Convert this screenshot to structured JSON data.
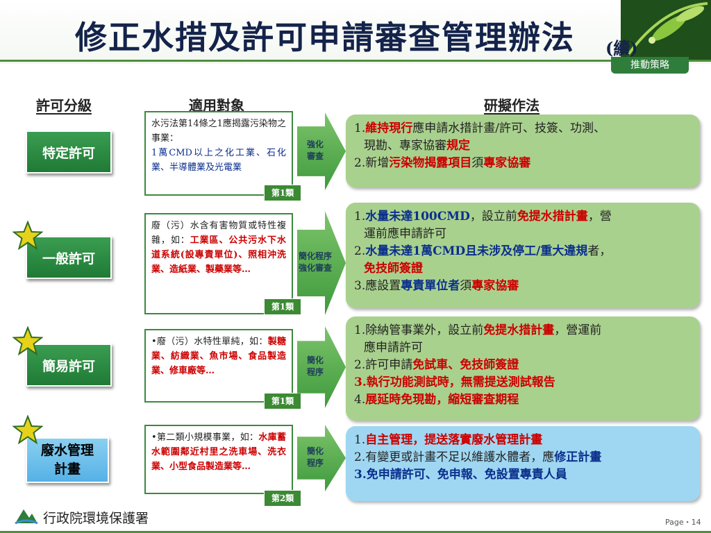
{
  "header": {
    "title": "修正水措及許可申請審查管理辦法",
    "title_suffix": "(續)",
    "badge": "推動策略"
  },
  "columns": {
    "level": "許可分級",
    "target": "適用對象",
    "approach": "研擬作法"
  },
  "rows": [
    {
      "level": "特定許可",
      "category": "第1類",
      "arrow": [
        "強化",
        "審查"
      ],
      "target": [
        {
          "t": "水污法第14條之1應揭露污染物之事業：",
          "c": "blk"
        },
        {
          "t": "1萬CMD以上之化工業、石化業、半導體業及光電業",
          "c": "blue"
        }
      ],
      "approach": [
        [
          {
            "t": "1.",
            "c": "plain"
          },
          {
            "t": "維持現行",
            "c": "red"
          },
          {
            "t": "應申請水措計畫/許可、技簽、功測、",
            "c": "plain"
          }
        ],
        [
          {
            "t": "現勘、專家協審",
            "c": "plain"
          },
          {
            "t": "規定",
            "c": "red"
          }
        ],
        [
          {
            "t": "2.新增",
            "c": "plain"
          },
          {
            "t": "污染物揭露項目",
            "c": "red"
          },
          {
            "t": "須",
            "c": "plain"
          },
          {
            "t": "專家協審",
            "c": "red"
          }
        ]
      ]
    },
    {
      "level": "一般許可",
      "category": "第1類",
      "arrow": [
        "簡化程序",
        "強化審查"
      ],
      "target": [
        {
          "t": "廢（污）水含有害物質或特性複雜，如：",
          "c": "blk"
        },
        {
          "t": "工業區、公共污水下水道系統(設專責單位)、照相沖洗業、造紙業、製藥業等…",
          "c": "red"
        }
      ],
      "approach": [
        [
          {
            "t": "1.",
            "c": "plain"
          },
          {
            "t": "水量未達100CMD",
            "c": "navy"
          },
          {
            "t": "，設立前",
            "c": "plain"
          },
          {
            "t": "免提水措計畫",
            "c": "red"
          },
          {
            "t": "，營",
            "c": "plain"
          }
        ],
        [
          {
            "t": "運前應申請許可",
            "c": "plain"
          }
        ],
        [
          {
            "t": "2.",
            "c": "plain"
          },
          {
            "t": "水量未達1萬CMD且未涉及停工/重大違規",
            "c": "navy"
          },
          {
            "t": "者，",
            "c": "plain"
          }
        ],
        [
          {
            "t": "免技師簽證",
            "c": "red"
          }
        ],
        [
          {
            "t": "3.應設置",
            "c": "plain"
          },
          {
            "t": "專責單位者",
            "c": "navy"
          },
          {
            "t": "須",
            "c": "plain"
          },
          {
            "t": "專家協審",
            "c": "red"
          }
        ]
      ]
    },
    {
      "level": "簡易許可",
      "category": "第1類",
      "arrow": [
        "簡化",
        "程序"
      ],
      "target": [
        {
          "t": "•廢（污）水特性單純，如：",
          "c": "blk"
        },
        {
          "t": "製糖業、紡織業、魚市場、食品製造業、修車廠等…",
          "c": "red"
        }
      ],
      "approach": [
        [
          {
            "t": "1.除納管事業外，設立前",
            "c": "plain"
          },
          {
            "t": "免提水措計畫",
            "c": "red"
          },
          {
            "t": "，營運前",
            "c": "plain"
          }
        ],
        [
          {
            "t": "應申請許可",
            "c": "plain"
          }
        ],
        [
          {
            "t": "2.許可申請",
            "c": "plain"
          },
          {
            "t": "免試車、免技師簽證",
            "c": "red"
          }
        ],
        [
          {
            "t": "3.執行功能測試時，無需提送測試報告",
            "c": "red"
          }
        ],
        [
          {
            "t": "4.",
            "c": "plain"
          },
          {
            "t": "展延時免現勘，縮短審查期程",
            "c": "red"
          }
        ]
      ]
    },
    {
      "level": "廢水管理計畫",
      "category": "第2類",
      "arrow": [
        "簡化",
        "程序"
      ],
      "target": [
        {
          "t": "•第二類小規模事業，如：",
          "c": "blk"
        },
        {
          "t": "水庫蓄水範圍鄰近村里之洗車場、洗衣業、小型食品製造業等…",
          "c": "red"
        }
      ],
      "approach": [
        [
          {
            "t": "1.",
            "c": "plain"
          },
          {
            "t": "自主管理，提送落實廢水管理計畫",
            "c": "red"
          }
        ],
        [
          {
            "t": "2.有變更或計畫不足以維護水體者，應",
            "c": "plain"
          },
          {
            "t": "修正計畫",
            "c": "navy"
          }
        ],
        [
          {
            "t": "3.免申請許可、免申報、免設置專責人員",
            "c": "navy"
          }
        ]
      ]
    }
  ],
  "footer": {
    "org": "行政院環境保護署",
    "page": "Page・14"
  },
  "colors": {
    "green": "#3a9d51",
    "light_green": "#a9d18e",
    "light_blue": "#9fd7f2",
    "red": "#cc0000",
    "navy": "#0b2f8c"
  }
}
